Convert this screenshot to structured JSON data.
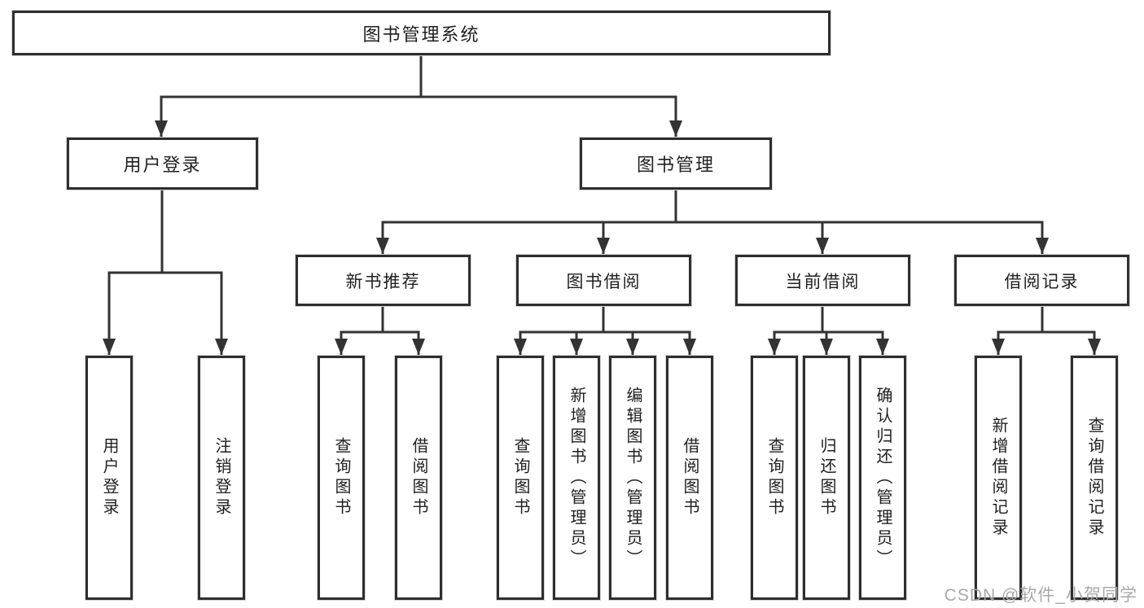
{
  "tree": {
    "label": "图书管理系统",
    "children": [
      {
        "label": "用户登录",
        "children": [
          {
            "label": "用户登录"
          },
          {
            "label": "注销登录"
          }
        ]
      },
      {
        "label": "图书管理",
        "children": [
          {
            "label": "新书推荐",
            "children": [
              {
                "label": "查询图书"
              },
              {
                "label": "借阅图书"
              }
            ]
          },
          {
            "label": "图书借阅",
            "children": [
              {
                "label": "查询图书"
              },
              {
                "label": "新增图书（管理员）"
              },
              {
                "label": "编辑图书（管理员）"
              },
              {
                "label": "借阅图书"
              }
            ]
          },
          {
            "label": "当前借阅",
            "children": [
              {
                "label": "查询图书"
              },
              {
                "label": "归还图书"
              },
              {
                "label": "确认归还（管理员）"
              }
            ]
          },
          {
            "label": "借阅记录",
            "children": [
              {
                "label": "新增借阅记录"
              },
              {
                "label": "查询借阅记录"
              }
            ]
          }
        ]
      }
    ]
  },
  "watermark": {
    "text": "CSDN @软件_小贺同学"
  },
  "colors": {
    "line": "#333333",
    "box_border": "#2e2e2e",
    "text": "#1f1f1f",
    "watermark": "#a9a9a9",
    "background": "#ffffff"
  }
}
